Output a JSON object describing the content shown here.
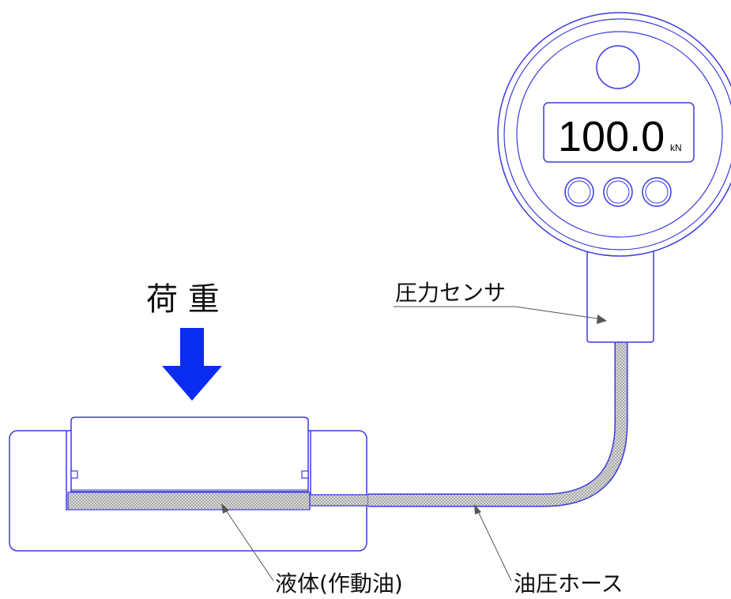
{
  "labels": {
    "load": "荷 重",
    "pressure_sensor": "圧力センサ",
    "liquid": "液体(作動油)",
    "hose": "油圧ホース"
  },
  "gauge": {
    "reading": "100.0",
    "unit": "kN",
    "button_count": 3
  },
  "colors": {
    "outline": "#3a3ae0",
    "arrow": "#0a2cf0",
    "fluid": "#bdbdbd",
    "leader": "#555555"
  }
}
